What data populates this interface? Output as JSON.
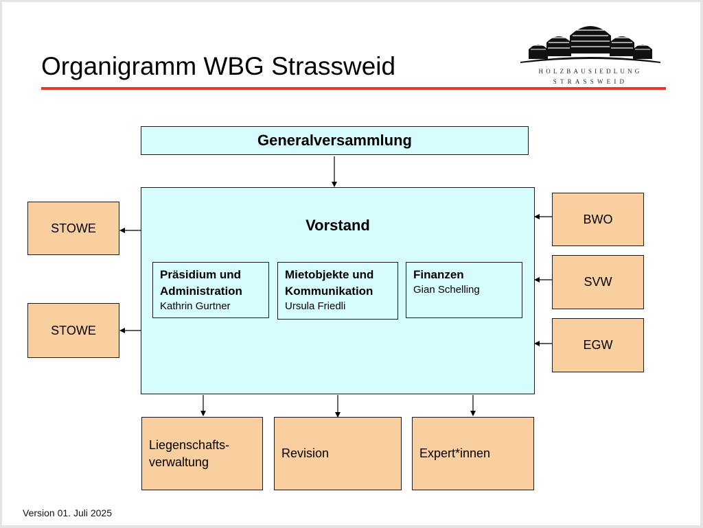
{
  "slide": {
    "title": "Organigramm WBG Strassweid",
    "version": "Version 01. Juli 2025",
    "logo_line1": "HOLZBAUSIEDLUNG",
    "logo_line2": "STRASSWEID"
  },
  "org": {
    "top": "Generalversammlung",
    "center": "Vorstand",
    "units": [
      {
        "title_line1": "Präsidium und",
        "title_line2": "Administration",
        "person": "Kathrin Gurtner"
      },
      {
        "title_line1": "Mietobjekte und",
        "title_line2": "Kommunikation",
        "person": "Ursula Friedli"
      },
      {
        "title_line1": "Finanzen",
        "title_line2": "",
        "person": "Gian Schelling"
      }
    ],
    "left": [
      "STOWE",
      "STOWE"
    ],
    "right": [
      "BWO",
      "SVW",
      "EGW"
    ],
    "bottom": [
      {
        "line1": "Liegenschafts-",
        "line2": "verwaltung"
      },
      {
        "line1": "Revision",
        "line2": ""
      },
      {
        "line1": "Expert*innen",
        "line2": ""
      }
    ]
  },
  "colors": {
    "accent_red": "#e8362a",
    "box_cyan": "#d6fcfd",
    "box_peach": "#f9cf9f"
  }
}
